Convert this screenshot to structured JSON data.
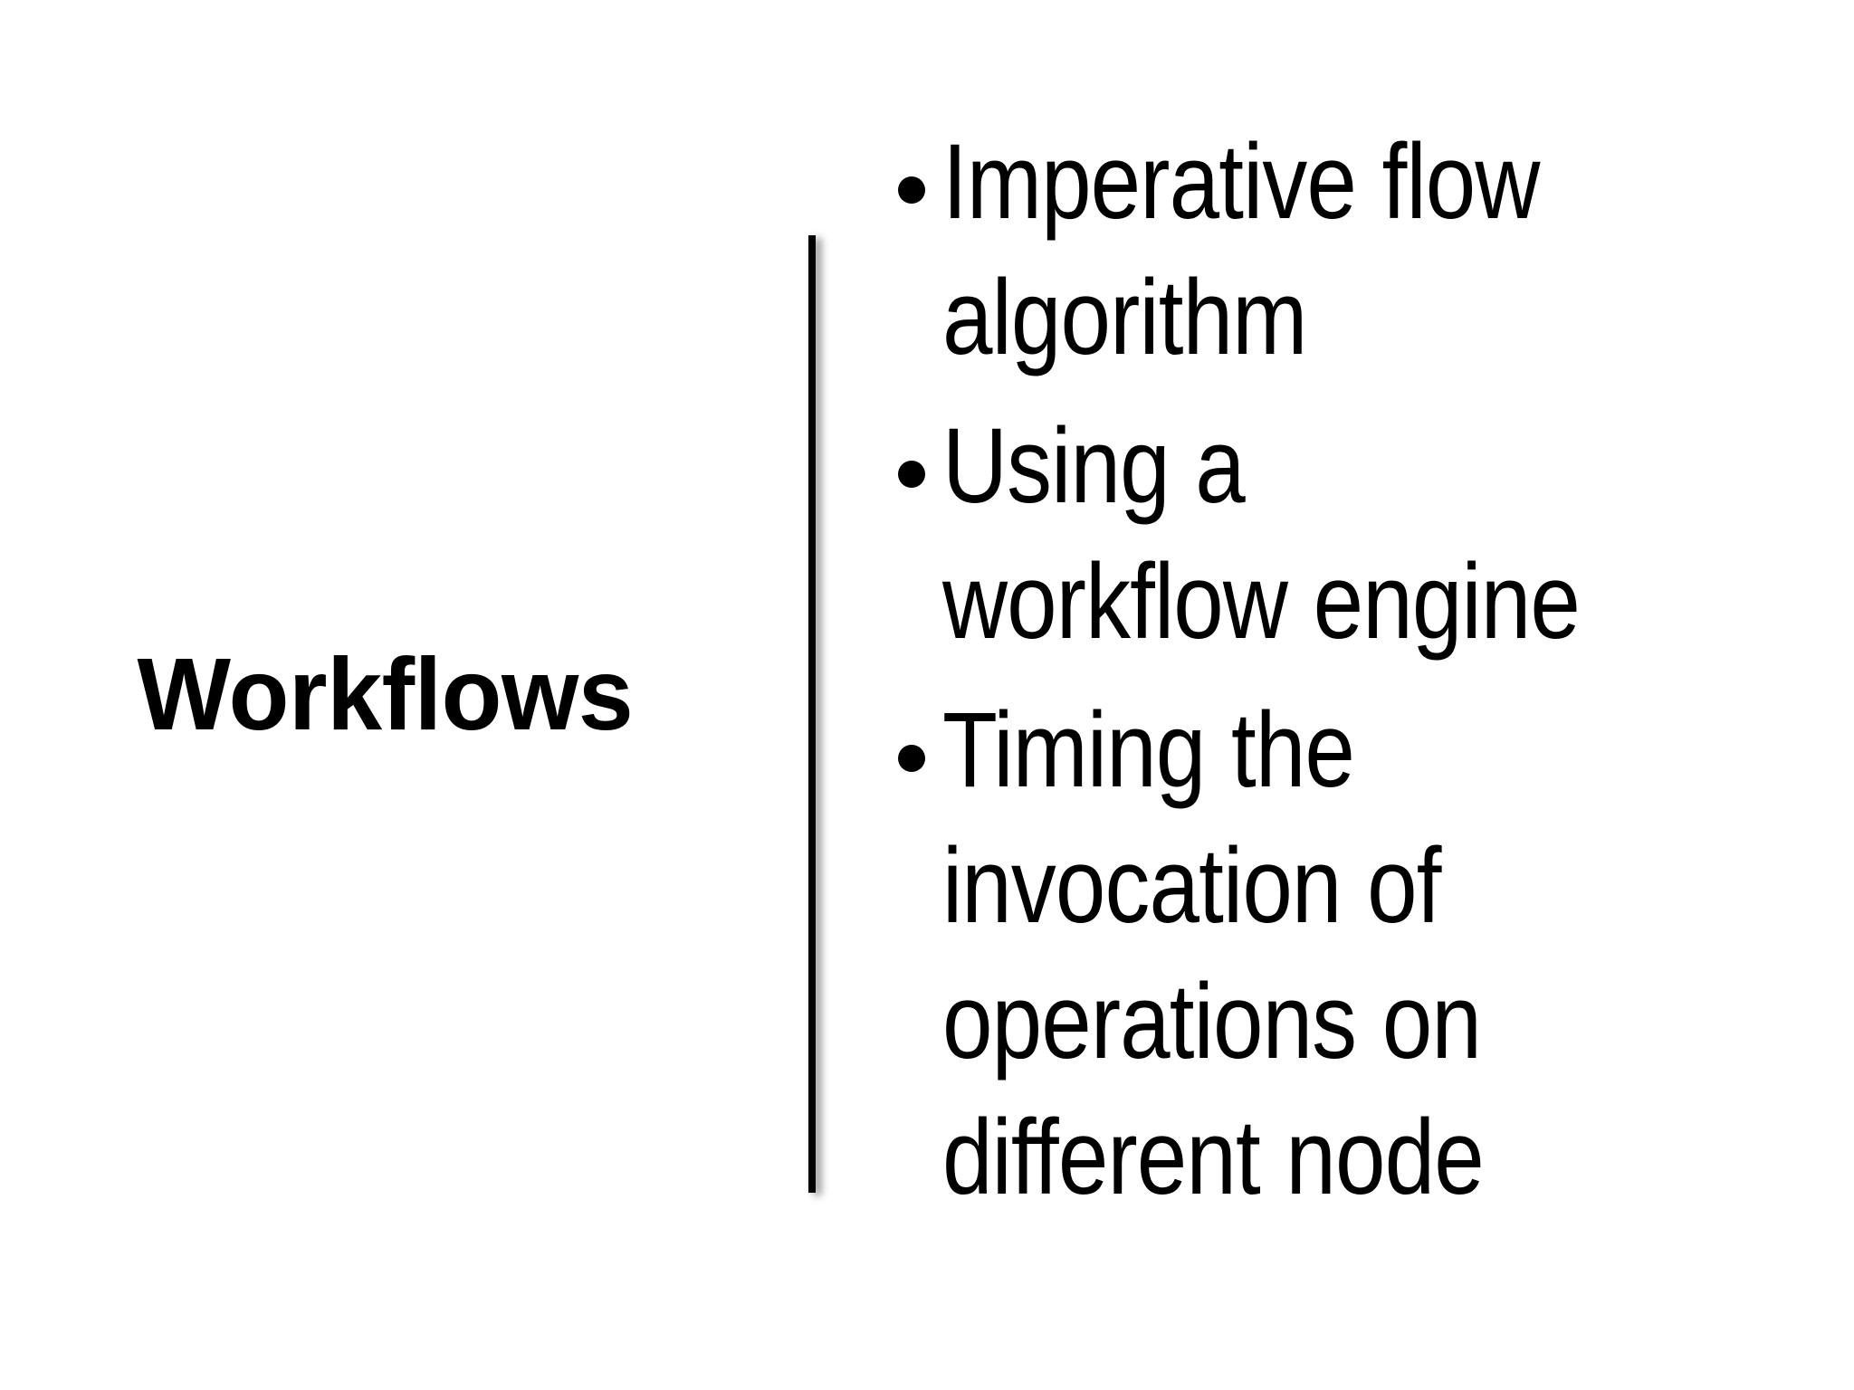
{
  "slide": {
    "title": "Workflows",
    "background_color": "#ffffff",
    "text_color": "#000000",
    "divider": {
      "name": "vertical-rule",
      "color": "#000000",
      "shadow_color": "rgba(0,0,0,0.45)"
    },
    "bullets": [
      {
        "marker": "bullet-dot",
        "text": "Imperative flow algorithm"
      },
      {
        "marker": "bullet-dot",
        "text": "Using a workflow engine"
      },
      {
        "marker": "bullet-dot",
        "text": "Timing the invocation of operations on different node"
      }
    ]
  }
}
